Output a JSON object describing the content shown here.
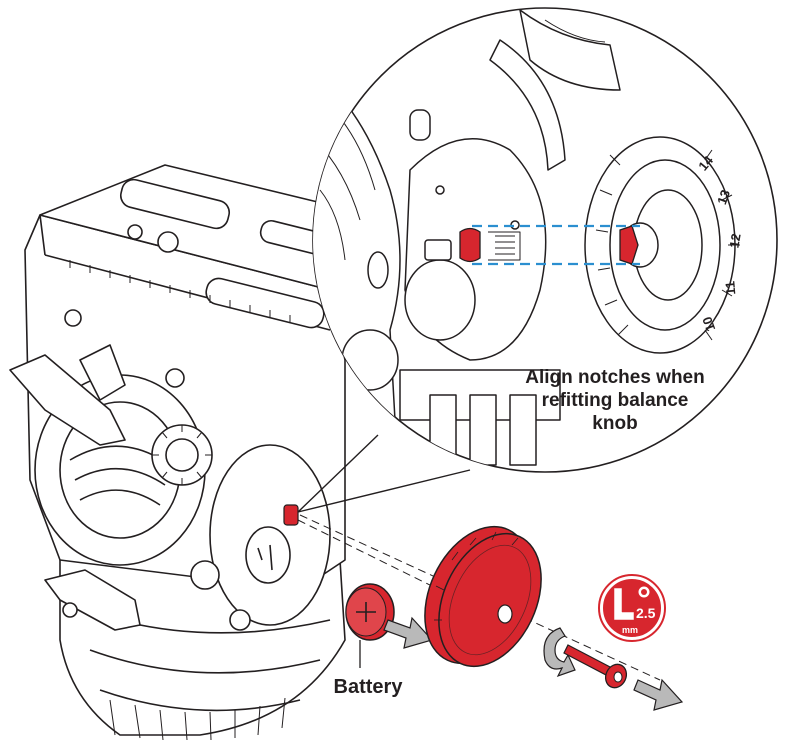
{
  "labels": {
    "align_line1": "Align notches when",
    "align_line2": "refitting balance",
    "align_line3": "knob",
    "battery": "Battery"
  },
  "tool_badge": {
    "size": "2.5",
    "unit": "mm"
  },
  "scale_marks": [
    "12",
    "13",
    "14",
    "11",
    "10"
  ],
  "colors": {
    "part_highlight": "#d7262e",
    "badge": "#d7262e",
    "alignment_guide": "#2b8fd0",
    "line": "#231f20",
    "arrow_fill": "#b9b9b9"
  }
}
